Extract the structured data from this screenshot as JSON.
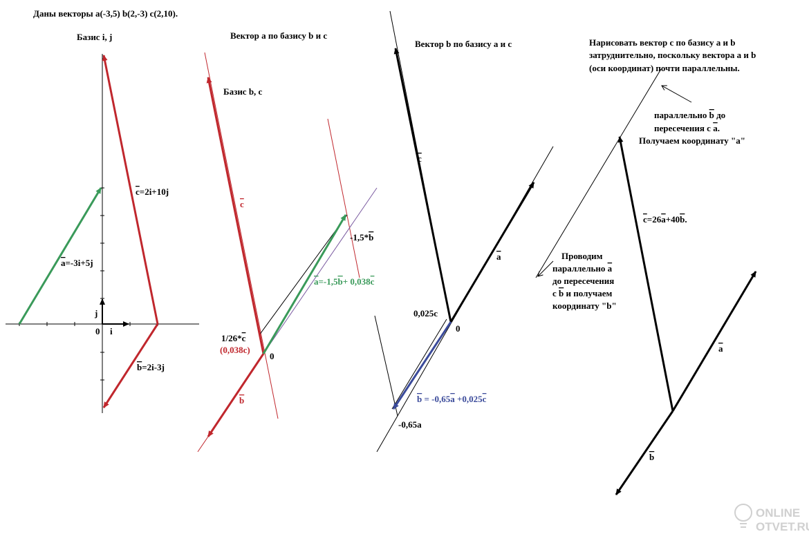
{
  "header": {
    "title": "Даны векторы a(-3,5) b(2,-3) c(2,10)."
  },
  "panel1": {
    "title": "Базис i,  j",
    "origin_label": "0",
    "i_label": "i",
    "j_label": "j",
    "vec_c": [
      "c",
      "=2i+10j"
    ],
    "vec_a": [
      "a",
      "=-3i+5j"
    ],
    "vec_b": [
      "b",
      "=2i-3j"
    ]
  },
  "panel2": {
    "title": "Вектор a по базису b и c",
    "subtitle": "Базис b, c",
    "c_label": "c",
    "b_label": "b",
    "origin_label": "0",
    "c_fraction": [
      "1/26*",
      "c"
    ],
    "c_fraction_value": "(0,038c)",
    "b_coef": [
      "-1,5*",
      "b"
    ],
    "a_expr": [
      "a",
      "=-1,5",
      "b",
      "+ 0,038",
      "c"
    ]
  },
  "panel3": {
    "title": "Вектор  b по базису a и c",
    "c_label": "c",
    "a_label": "a",
    "origin_label": "0",
    "c_coef": "0,025c",
    "a_coef": "-0,65a",
    "b_expr": [
      "b",
      " = -0,65",
      "a",
      " +0,025",
      "c"
    ]
  },
  "panel4": {
    "note_lines": [
      "Нарисовать вектор с по базису а и b",
      "затруднительно, поскольку вектора а и b",
      "(оси координат) почти параллельны."
    ],
    "parallel_b": [
      "параллельно ",
      "b",
      " до",
      "пересечения с ",
      "a",
      ".",
      "Получаем координату \"а\""
    ],
    "parallel_a": [
      "Проводим",
      "параллельно ",
      "a",
      "до пересечения",
      "с ",
      "b",
      "  и получаем",
      "координату \"b\""
    ],
    "c_expr": [
      "c",
      "=26",
      "a",
      "+40",
      "b",
      "."
    ],
    "a_label": "a",
    "b_label": "b"
  },
  "watermark": {
    "line1": "ONLINE",
    "line2": "OTVET.RU"
  },
  "colors": {
    "red": "#c0272d",
    "green": "#3a9a5a",
    "blue": "#3a4a9a",
    "black": "#000000"
  }
}
